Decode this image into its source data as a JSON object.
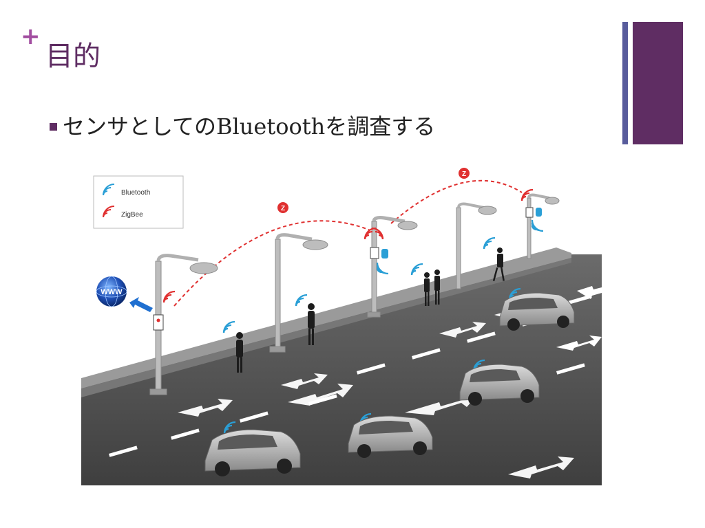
{
  "slide": {
    "marker": "+",
    "title": "目的",
    "bullet": "センサとしてのBluetoothを調査する"
  },
  "legend": {
    "items": [
      {
        "label": "Bluetooth",
        "color": "#2a9fd6"
      },
      {
        "label": "ZigBee",
        "color": "#e03030"
      }
    ]
  },
  "figure": {
    "globe_label": "WWW",
    "zigbee_badge": "Z",
    "colors": {
      "accent": "#5f2d63",
      "accent_light": "#a24ea0",
      "bar_blue": "#585c9c",
      "bluetooth": "#2a9fd6",
      "zigbee": "#e03030"
    }
  }
}
